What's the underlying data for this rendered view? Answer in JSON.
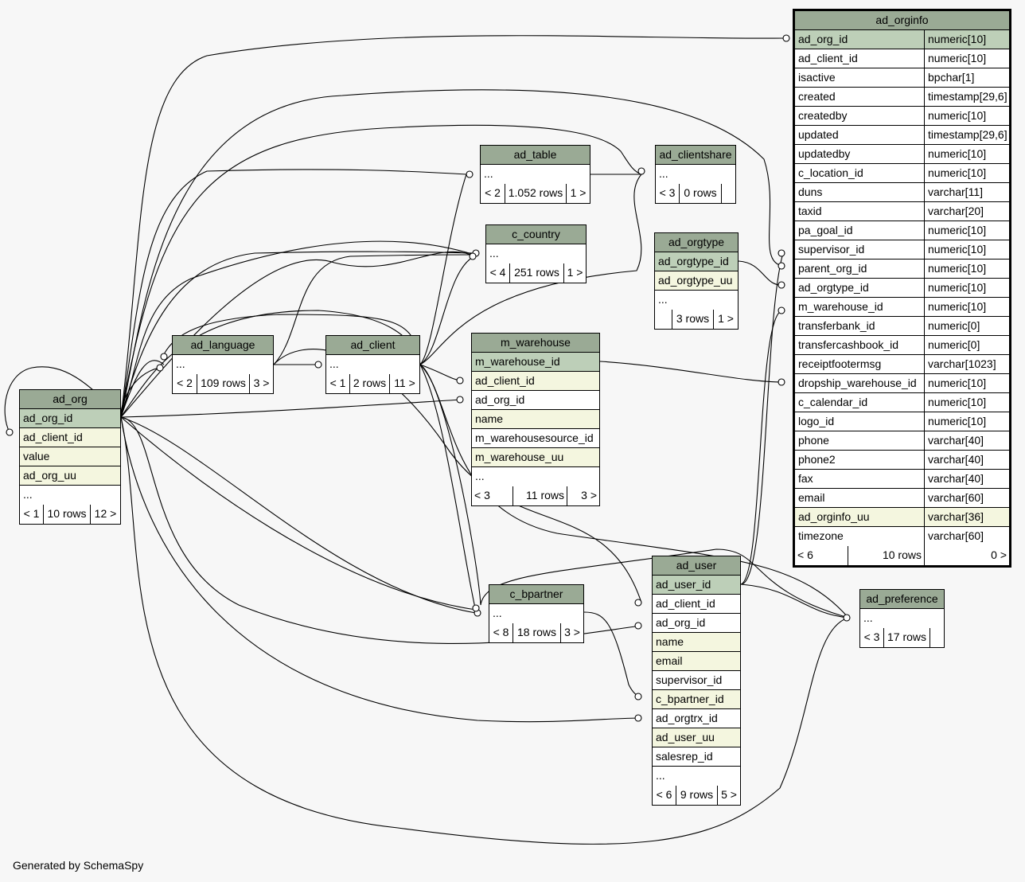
{
  "footer": "Generated by SchemaSpy",
  "colors": {
    "header": "#9aaa95",
    "primary_key": "#bdcfb8",
    "indexed": "#f4f6df",
    "background": "#f7f7f7"
  },
  "tables": {
    "ad_orginfo": {
      "name": "ad_orginfo",
      "columns": [
        {
          "name": "ad_org_id",
          "type": "numeric[10]",
          "kind": "pk"
        },
        {
          "name": "ad_client_id",
          "type": "numeric[10]",
          "kind": ""
        },
        {
          "name": "isactive",
          "type": "bpchar[1]",
          "kind": ""
        },
        {
          "name": "created",
          "type": "timestamp[29,6]",
          "kind": ""
        },
        {
          "name": "createdby",
          "type": "numeric[10]",
          "kind": ""
        },
        {
          "name": "updated",
          "type": "timestamp[29,6]",
          "kind": ""
        },
        {
          "name": "updatedby",
          "type": "numeric[10]",
          "kind": ""
        },
        {
          "name": "c_location_id",
          "type": "numeric[10]",
          "kind": ""
        },
        {
          "name": "duns",
          "type": "varchar[11]",
          "kind": ""
        },
        {
          "name": "taxid",
          "type": "varchar[20]",
          "kind": ""
        },
        {
          "name": "pa_goal_id",
          "type": "numeric[10]",
          "kind": ""
        },
        {
          "name": "supervisor_id",
          "type": "numeric[10]",
          "kind": ""
        },
        {
          "name": "parent_org_id",
          "type": "numeric[10]",
          "kind": ""
        },
        {
          "name": "ad_orgtype_id",
          "type": "numeric[10]",
          "kind": ""
        },
        {
          "name": "m_warehouse_id",
          "type": "numeric[10]",
          "kind": ""
        },
        {
          "name": "transferbank_id",
          "type": "numeric[0]",
          "kind": ""
        },
        {
          "name": "transfercashbook_id",
          "type": "numeric[0]",
          "kind": ""
        },
        {
          "name": "receiptfootermsg",
          "type": "varchar[1023]",
          "kind": ""
        },
        {
          "name": "dropship_warehouse_id",
          "type": "numeric[10]",
          "kind": ""
        },
        {
          "name": "c_calendar_id",
          "type": "numeric[10]",
          "kind": ""
        },
        {
          "name": "logo_id",
          "type": "numeric[10]",
          "kind": ""
        },
        {
          "name": "phone",
          "type": "varchar[40]",
          "kind": ""
        },
        {
          "name": "phone2",
          "type": "varchar[40]",
          "kind": ""
        },
        {
          "name": "fax",
          "type": "varchar[40]",
          "kind": ""
        },
        {
          "name": "email",
          "type": "varchar[60]",
          "kind": ""
        },
        {
          "name": "ad_orginfo_uu",
          "type": "varchar[36]",
          "kind": "idx"
        },
        {
          "name": "timezone",
          "type": "varchar[60]",
          "kind": ""
        }
      ],
      "footer": [
        "< 6",
        "10 rows",
        "0 >"
      ]
    },
    "ad_table": {
      "name": "ad_table",
      "columns": [
        {
          "name": "...",
          "kind": ""
        }
      ],
      "footer": [
        "< 2",
        "1.052 rows",
        "1 >"
      ]
    },
    "ad_clientshare": {
      "name": "ad_clientshare",
      "columns": [
        {
          "name": "...",
          "kind": ""
        }
      ],
      "footer": [
        "< 3",
        "0 rows",
        ""
      ]
    },
    "c_country": {
      "name": "c_country",
      "columns": [
        {
          "name": "...",
          "kind": ""
        }
      ],
      "footer": [
        "< 4",
        "251 rows",
        "1 >"
      ]
    },
    "ad_orgtype": {
      "name": "ad_orgtype",
      "columns": [
        {
          "name": "ad_orgtype_id",
          "kind": "pk"
        },
        {
          "name": "ad_orgtype_uu",
          "kind": "idx"
        },
        {
          "name": "...",
          "kind": ""
        }
      ],
      "footer": [
        "",
        "3 rows",
        "1 >"
      ]
    },
    "ad_language": {
      "name": "ad_language",
      "columns": [
        {
          "name": "...",
          "kind": ""
        }
      ],
      "footer": [
        "< 2",
        "109 rows",
        "3 >"
      ]
    },
    "ad_client": {
      "name": "ad_client",
      "columns": [
        {
          "name": "...",
          "kind": ""
        }
      ],
      "footer": [
        "< 1",
        "2 rows",
        "11 >"
      ]
    },
    "m_warehouse": {
      "name": "m_warehouse",
      "columns": [
        {
          "name": "m_warehouse_id",
          "kind": "pk"
        },
        {
          "name": "ad_client_id",
          "kind": "idx"
        },
        {
          "name": "ad_org_id",
          "kind": ""
        },
        {
          "name": "name",
          "kind": "idx"
        },
        {
          "name": "m_warehousesource_id",
          "kind": ""
        },
        {
          "name": "m_warehouse_uu",
          "kind": "idx"
        },
        {
          "name": "...",
          "kind": ""
        }
      ],
      "footer": [
        "< 3",
        "11 rows",
        "3 >"
      ]
    },
    "ad_org": {
      "name": "ad_org",
      "columns": [
        {
          "name": "ad_org_id",
          "kind": "pk"
        },
        {
          "name": "ad_client_id",
          "kind": "idx"
        },
        {
          "name": "value",
          "kind": "idx"
        },
        {
          "name": "ad_org_uu",
          "kind": "idx"
        },
        {
          "name": "...",
          "kind": ""
        }
      ],
      "footer": [
        "< 1",
        "10 rows",
        "12 >"
      ]
    },
    "c_bpartner": {
      "name": "c_bpartner",
      "columns": [
        {
          "name": "...",
          "kind": ""
        }
      ],
      "footer": [
        "< 8",
        "18 rows",
        "3 >"
      ]
    },
    "ad_user": {
      "name": "ad_user",
      "columns": [
        {
          "name": "ad_user_id",
          "kind": "pk"
        },
        {
          "name": "ad_client_id",
          "kind": ""
        },
        {
          "name": "ad_org_id",
          "kind": ""
        },
        {
          "name": "name",
          "kind": "idx"
        },
        {
          "name": "email",
          "kind": "idx"
        },
        {
          "name": "supervisor_id",
          "kind": ""
        },
        {
          "name": "c_bpartner_id",
          "kind": "idx"
        },
        {
          "name": "ad_orgtrx_id",
          "kind": ""
        },
        {
          "name": "ad_user_uu",
          "kind": "idx"
        },
        {
          "name": "salesrep_id",
          "kind": ""
        },
        {
          "name": "...",
          "kind": ""
        }
      ],
      "footer": [
        "< 6",
        "9 rows",
        "5 >"
      ]
    },
    "ad_preference": {
      "name": "ad_preference",
      "columns": [
        {
          "name": "...",
          "kind": ""
        }
      ],
      "footer": [
        "< 3",
        "17 rows",
        ""
      ]
    }
  }
}
